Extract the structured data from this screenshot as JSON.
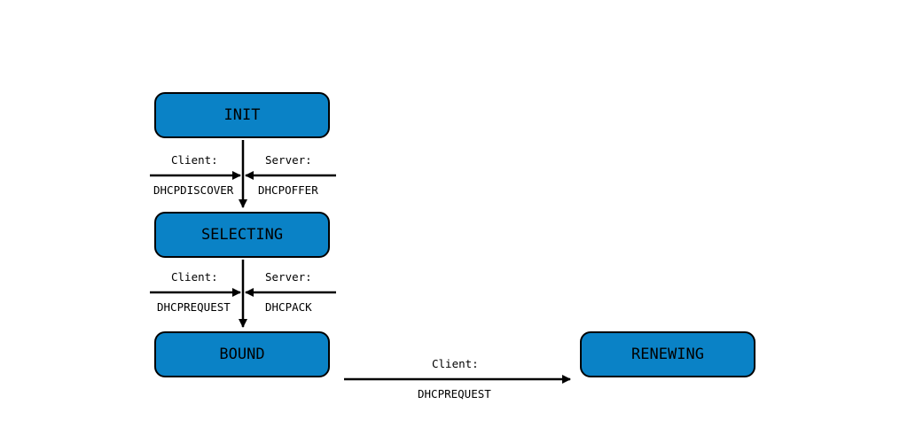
{
  "states": {
    "init": "INIT",
    "selecting": "SELECTING",
    "bound": "BOUND",
    "renewing": "RENEWING"
  },
  "transitions": {
    "init_to_selecting": {
      "client_role": "Client:",
      "client_message": "DHCPDISCOVER",
      "server_role": "Server:",
      "server_message": "DHCPOFFER"
    },
    "selecting_to_bound": {
      "client_role": "Client:",
      "client_message": "DHCPREQUEST",
      "server_role": "Server:",
      "server_message": "DHCPACK"
    },
    "bound_to_renewing": {
      "client_role": "Client:",
      "client_message": "DHCPREQUEST"
    }
  },
  "colors": {
    "state_fill": "#0a82c6",
    "stroke": "#000000",
    "background": "#ffffff"
  }
}
